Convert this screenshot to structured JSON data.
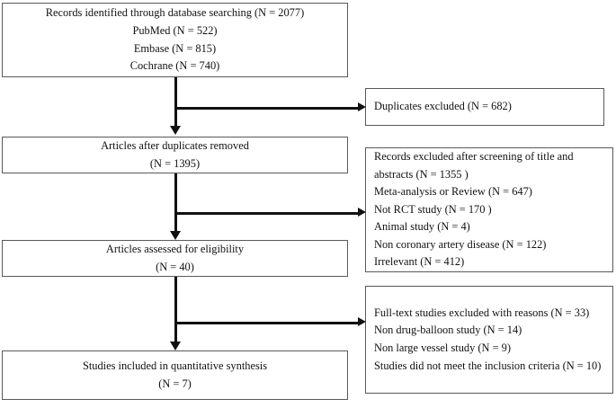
{
  "diagram": {
    "title": "PRISMA study selection flow diagram",
    "type": "flowchart",
    "colors": {
      "box_border": "#59595b",
      "connector": "#111111",
      "background": "#ffffff",
      "text": "#111111"
    }
  },
  "nodes": {
    "identified": {
      "name": "records-identified",
      "lines": [
        "Records identified through database searching (N = 2077)",
        "PubMed (N = 522)",
        "Embase (N = 815)",
        "Cochrane (N = 740)"
      ]
    },
    "duplicates_excluded": {
      "name": "duplicates-excluded",
      "lines": [
        "Duplicates excluded (N = 682)"
      ]
    },
    "after_duplicates": {
      "name": "articles-after-duplicates-removed",
      "lines": [
        "Articles after duplicates removed",
        "(N = 1395)"
      ]
    },
    "screening_excluded": {
      "name": "records-excluded-after-screening",
      "lines": [
        "Records excluded after screening of title and abstracts (N = 1355 )",
        "Meta-analysis or Review (N = 647)",
        "Not RCT study (N = 170 )",
        "Animal study (N = 4)",
        "Non coronary artery disease (N = 122)",
        "Irrelevant (N = 412)"
      ]
    },
    "eligibility": {
      "name": "articles-assessed-for-eligibility",
      "lines": [
        "Articles assessed for eligibility",
        "(N = 40)"
      ]
    },
    "fulltext_excluded": {
      "name": "full-text-studies-excluded",
      "lines": [
        "Full-text studies excluded with reasons (N = 33)",
        "Non drug-balloon study (N = 14)",
        "Non large vessel study (N = 9)",
        "Studies did not meet the inclusion criteria (N = 10)"
      ]
    },
    "included": {
      "name": "studies-included-in-quantitative-synthesis",
      "lines": [
        "Studies included in quantitative synthesis",
        "(N = 7)"
      ]
    }
  },
  "counts": {
    "records_identified_total": 2077,
    "pubmed": 522,
    "embase": 815,
    "cochrane": 740,
    "duplicates_excluded": 682,
    "after_duplicates_removed": 1395,
    "screening_excluded_total": 1355,
    "meta_analysis_or_review": 647,
    "not_rct_study": 170,
    "animal_study": 4,
    "non_coronary_artery_disease": 122,
    "irrelevant": 412,
    "assessed_for_eligibility": 40,
    "fulltext_excluded_total": 33,
    "non_drug_balloon_study": 14,
    "non_large_vessel_study": 9,
    "did_not_meet_inclusion_criteria": 10,
    "included_in_quantitative_synthesis": 7
  }
}
